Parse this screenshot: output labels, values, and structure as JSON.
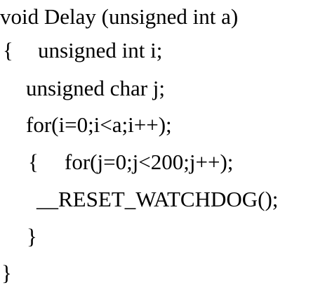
{
  "code": {
    "lines": [
      "void Delay (unsigned int a)",
      "{",
      "unsigned int i;",
      "unsigned char j;",
      "for(i=0;i<a;i++);",
      "{",
      "for(j=0;j<200;j++);",
      "__RESET_WATCHDOG();",
      "}",
      "}"
    ]
  }
}
